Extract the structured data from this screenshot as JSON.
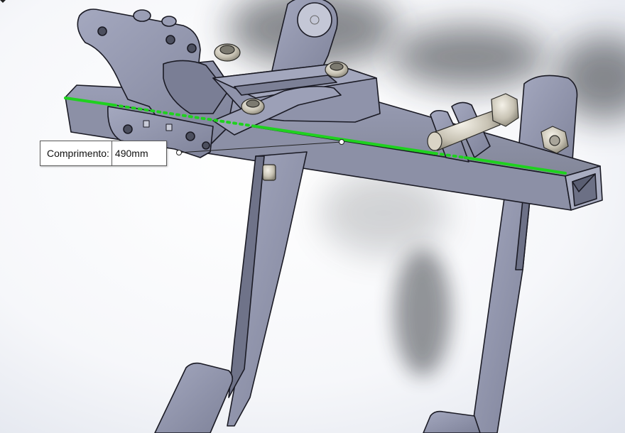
{
  "measure": {
    "label": "Comprimento:",
    "value": "490mm"
  },
  "scene": {
    "model": "pedal-box-assembly",
    "selected_edge_color": "#1fd11f",
    "part_color": "#8e92ab",
    "edge_color": "#1a1a24"
  }
}
